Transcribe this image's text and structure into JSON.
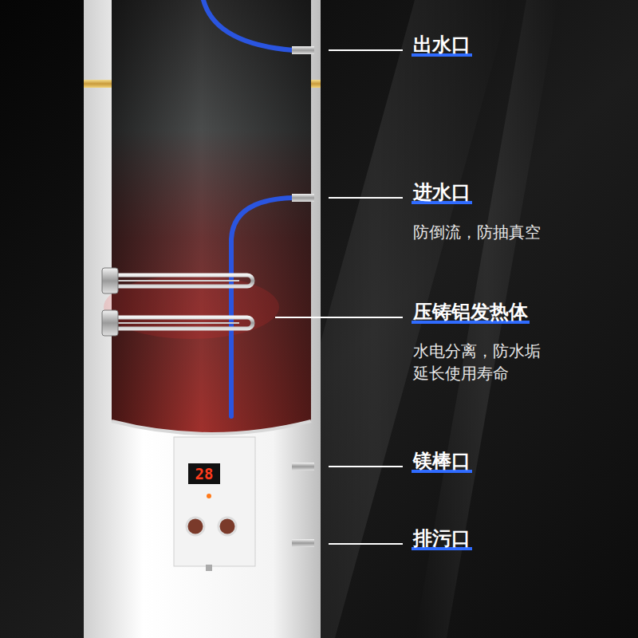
{
  "diagram": {
    "labels": [
      "出水口",
      "进水口",
      "防倒流，防抽真空",
      "压铸铝发热体",
      "水电分离，防水垢",
      "延长使用寿命",
      "镁棒口",
      "排污口",
      "28"
    ]
  }
}
